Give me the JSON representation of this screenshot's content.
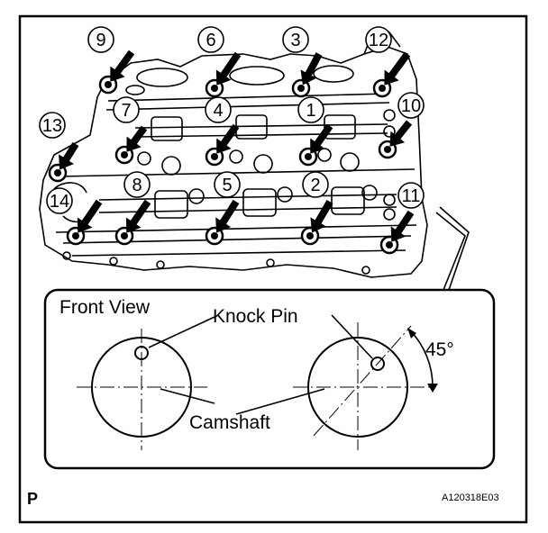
{
  "labels": {
    "front_view": "Front View",
    "knock_pin": "Knock Pin",
    "camshaft": "Camshaft",
    "angle": "45°",
    "corner_mark": "P",
    "figure_code": "A120318E03"
  },
  "bolts": [
    {
      "n": "1"
    },
    {
      "n": "2"
    },
    {
      "n": "3"
    },
    {
      "n": "4"
    },
    {
      "n": "5"
    },
    {
      "n": "6"
    },
    {
      "n": "7"
    },
    {
      "n": "8"
    },
    {
      "n": "9"
    },
    {
      "n": "10"
    },
    {
      "n": "11"
    },
    {
      "n": "12"
    },
    {
      "n": "13"
    },
    {
      "n": "14"
    }
  ]
}
